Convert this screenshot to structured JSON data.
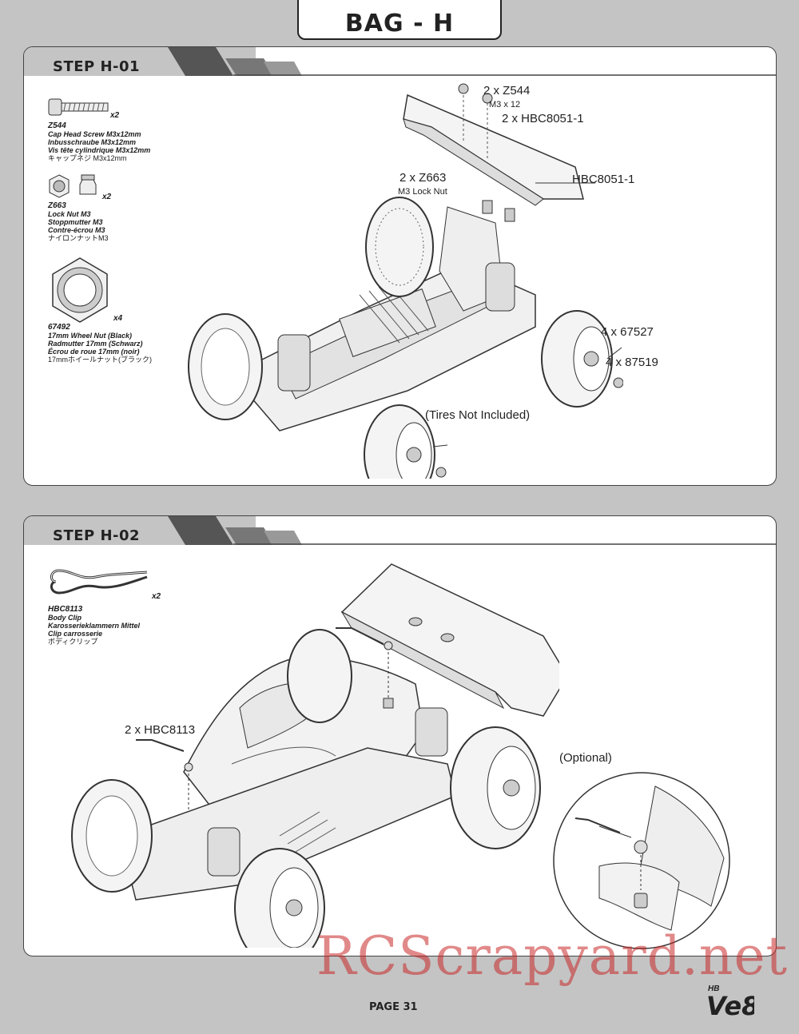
{
  "header": {
    "bag_title": "BAG - H"
  },
  "step1": {
    "title": "STEP H-01",
    "parts": [
      {
        "code": "Z544",
        "qty": "x2",
        "lines": [
          "Cap Head Screw M3x12mm",
          "Inbusschraube M3x12mm",
          "Vis tête cylindrique M3x12mm"
        ],
        "jp": "キャップネジ M3x12mm"
      },
      {
        "code": "Z663",
        "qty": "x2",
        "lines": [
          "Lock Nut M3",
          "Stoppmutter M3",
          "Contre-écrou M3"
        ],
        "jp": "ナイロンナットM3"
      },
      {
        "code": "67492",
        "qty": "x4",
        "lines": [
          "17mm Wheel Nut (Black)",
          "Radmutter 17mm (Schwarz)",
          "Écrou de roue 17mm (noir)"
        ],
        "jp": "17mmホイールナット(ブラック)"
      }
    ],
    "callouts": {
      "z544": "2 x Z544",
      "m3x12": "M3 x 12",
      "hbc_washer": "2 x HBC8051-1",
      "wing": "HBC8051-1",
      "z663": "2 x Z663",
      "locknut": "M3 Lock Nut",
      "wheel": "4 x 67527",
      "nut": "4 x 87519",
      "tires": "(Tires Not Included)"
    }
  },
  "step2": {
    "title": "STEP H-02",
    "parts": [
      {
        "code": "HBC8113",
        "qty": "x2",
        "lines": [
          "Body Clip",
          "Karosserieklammern Mittel",
          "Clip carrosserie"
        ],
        "jp": "ボディクリップ"
      }
    ],
    "callouts": {
      "clip": "2 x HBC8113",
      "optional": "(Optional)"
    }
  },
  "footer": {
    "page": "PAGE 31",
    "watermark": "RCScrapyard.net",
    "logo": "HB Ve8"
  }
}
